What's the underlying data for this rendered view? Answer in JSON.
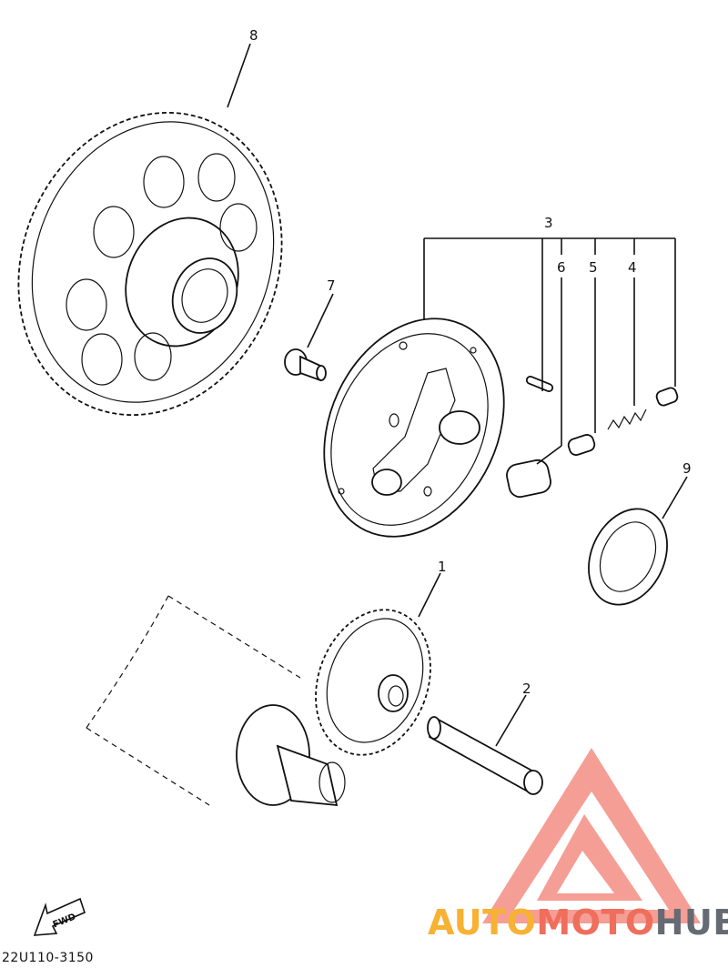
{
  "diagram": {
    "callouts": [
      {
        "id": "1",
        "text": "1"
      },
      {
        "id": "2",
        "text": "2"
      },
      {
        "id": "3",
        "text": "3"
      },
      {
        "id": "4",
        "text": "4"
      },
      {
        "id": "5",
        "text": "5"
      },
      {
        "id": "6",
        "text": "6"
      },
      {
        "id": "7",
        "text": "7"
      },
      {
        "id": "8",
        "text": "8"
      },
      {
        "id": "9",
        "text": "9"
      }
    ],
    "fwd_label": "FWD",
    "code": "22U110-3150"
  },
  "watermark": {
    "part1": "AUTO",
    "part2": "MOTO",
    "part3": "HUB",
    "colors": {
      "auto": "#f7b233",
      "moto": "#ef6e5c",
      "hub": "#666b73",
      "logo": "#f4948a"
    }
  }
}
